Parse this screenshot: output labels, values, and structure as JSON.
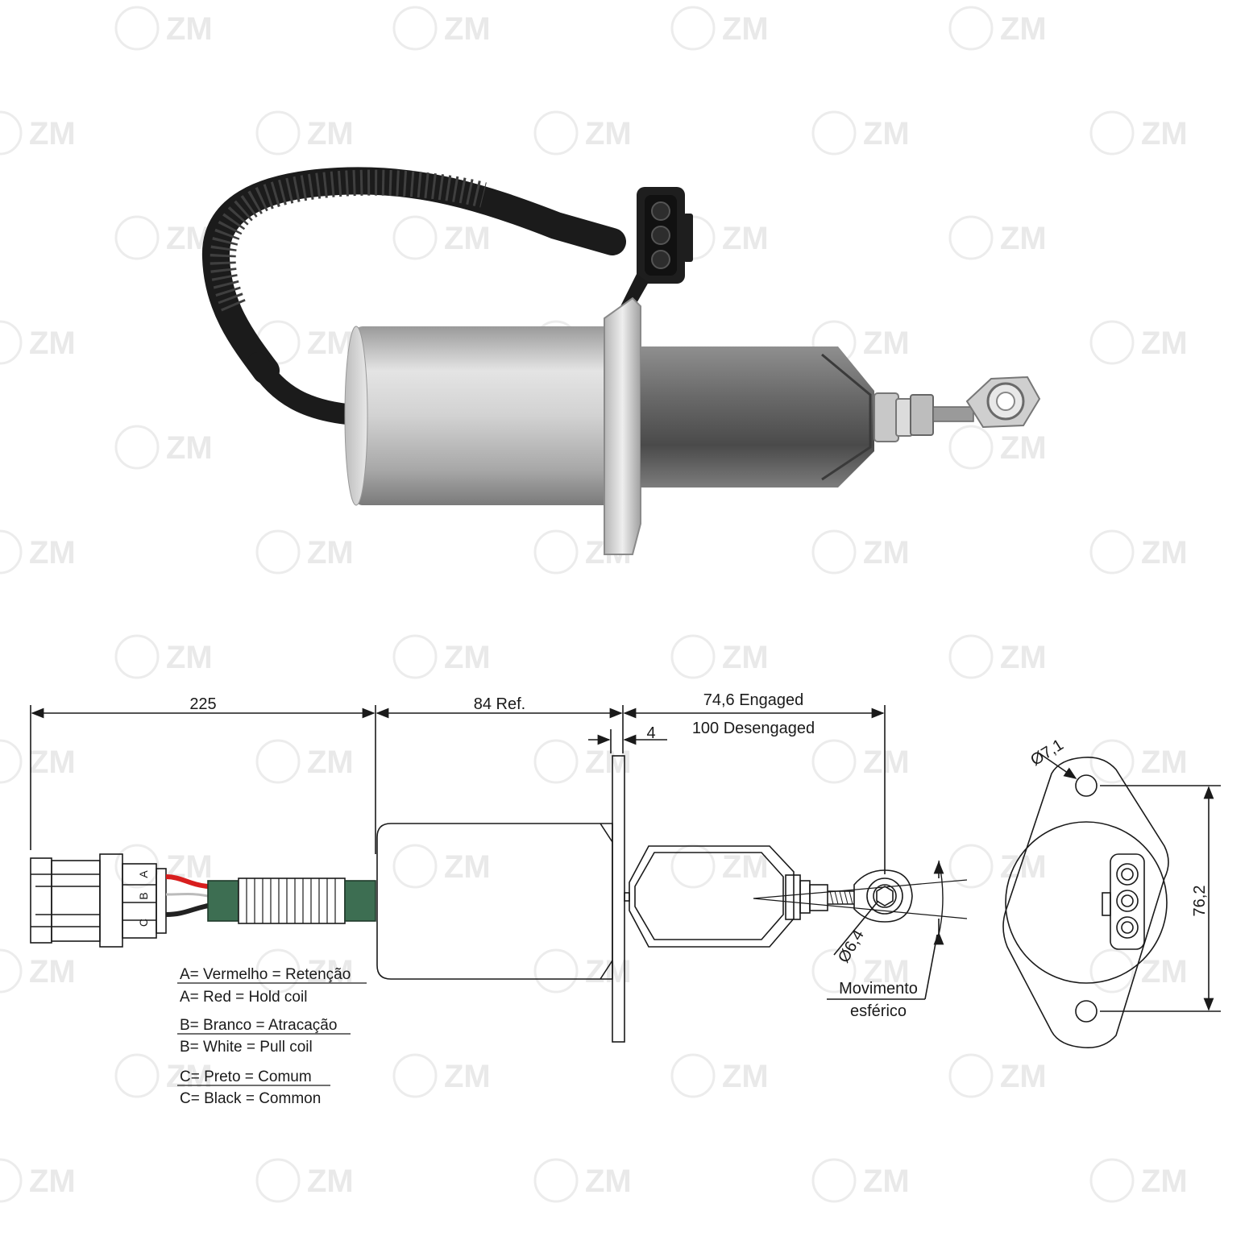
{
  "watermark": {
    "brand": "ZM"
  },
  "colors": {
    "wire_a": "#d81e1e",
    "wire_b": "#ffffff",
    "wire_c": "#222222",
    "sleeve": "#3d6e52",
    "body_metal": "#c9c9c9",
    "cable": "#1b1b1b"
  },
  "dimensions": {
    "cable_length": "225",
    "body_length": "84 Ref.",
    "flange_thickness": "4",
    "stroke_engaged": "74,6 Engaged",
    "stroke_disengaged": "100 Desengaged",
    "rod_end_diameter": "Ø6,4",
    "hole_diameter": "Ø7,1",
    "hole_spacing": "76,2"
  },
  "callouts": {
    "spherical_line1": "Movimento",
    "spherical_line2": "esférico"
  },
  "connector": {
    "pins": [
      "A",
      "B",
      "C"
    ]
  },
  "legend": [
    {
      "pt": "A= Vermelho = Retenção",
      "en": "A= Red = Hold coil"
    },
    {
      "pt": "B= Branco = Atracação",
      "en": "B= White = Pull coil"
    },
    {
      "pt": "C= Preto = Comum",
      "en": "C= Black = Common"
    }
  ]
}
